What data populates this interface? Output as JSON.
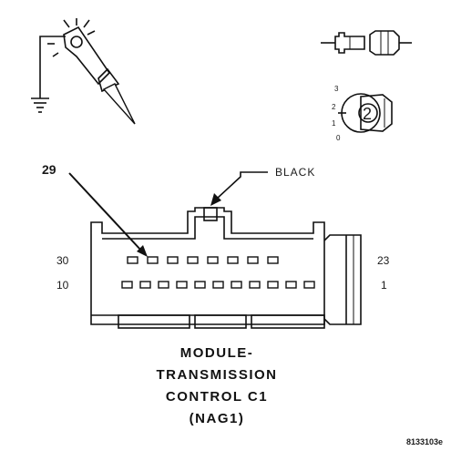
{
  "callouts": {
    "pin_label": "29",
    "color_label": "BLACK"
  },
  "pin_numbers": {
    "top_left": "30",
    "bottom_left": "10",
    "top_right": "23",
    "bottom_right": "1"
  },
  "key_numbers": [
    "3",
    "2",
    "1",
    "0"
  ],
  "key_badge": "2",
  "title_lines": [
    "MODULE-",
    "TRANSMISSION",
    "CONTROL C1",
    "(NAG1)"
  ],
  "figure_id": "8133103e",
  "icons": {
    "probe": "test-probe-ground-icon",
    "connector": "connector-pair-icon",
    "key": "ignition-key-position-icon"
  }
}
